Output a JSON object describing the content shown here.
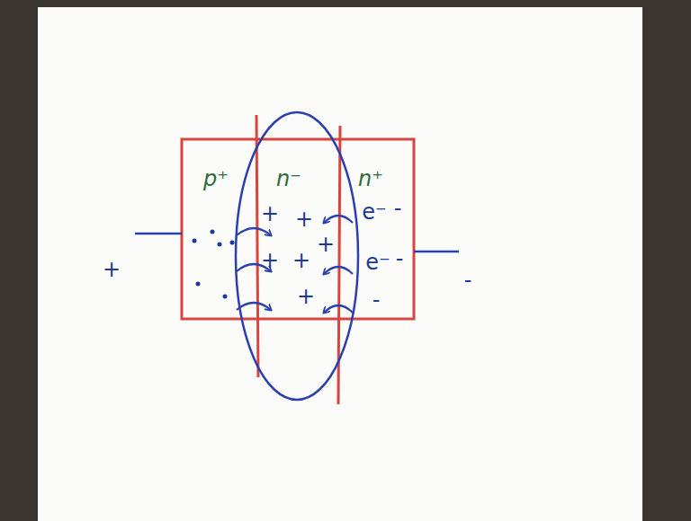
{
  "diagram": {
    "nodes": [
      {
        "text": [
          "p⁺"
        ]
      },
      {
        "text": [
          "n⁻"
        ]
      },
      {
        "text": [
          "n⁺"
        ]
      }
    ],
    "edges": [
      {
        "from": 0,
        "to": 1,
        "arrow": "to"
      },
      {
        "from": 0,
        "to": 1,
        "arrow": "to"
      },
      {
        "from": 0,
        "to": 1,
        "arrow": "to"
      },
      {
        "from": 2,
        "to": 1,
        "arrow": "to"
      },
      {
        "from": 2,
        "to": 1,
        "arrow": "to"
      },
      {
        "from": 2,
        "to": 1,
        "arrow": "to"
      }
    ],
    "labels": [
      "+",
      "-",
      "+",
      "+",
      "+",
      "+",
      "+",
      "+",
      "e⁻",
      "-",
      "e⁻",
      "-",
      "-"
    ]
  }
}
